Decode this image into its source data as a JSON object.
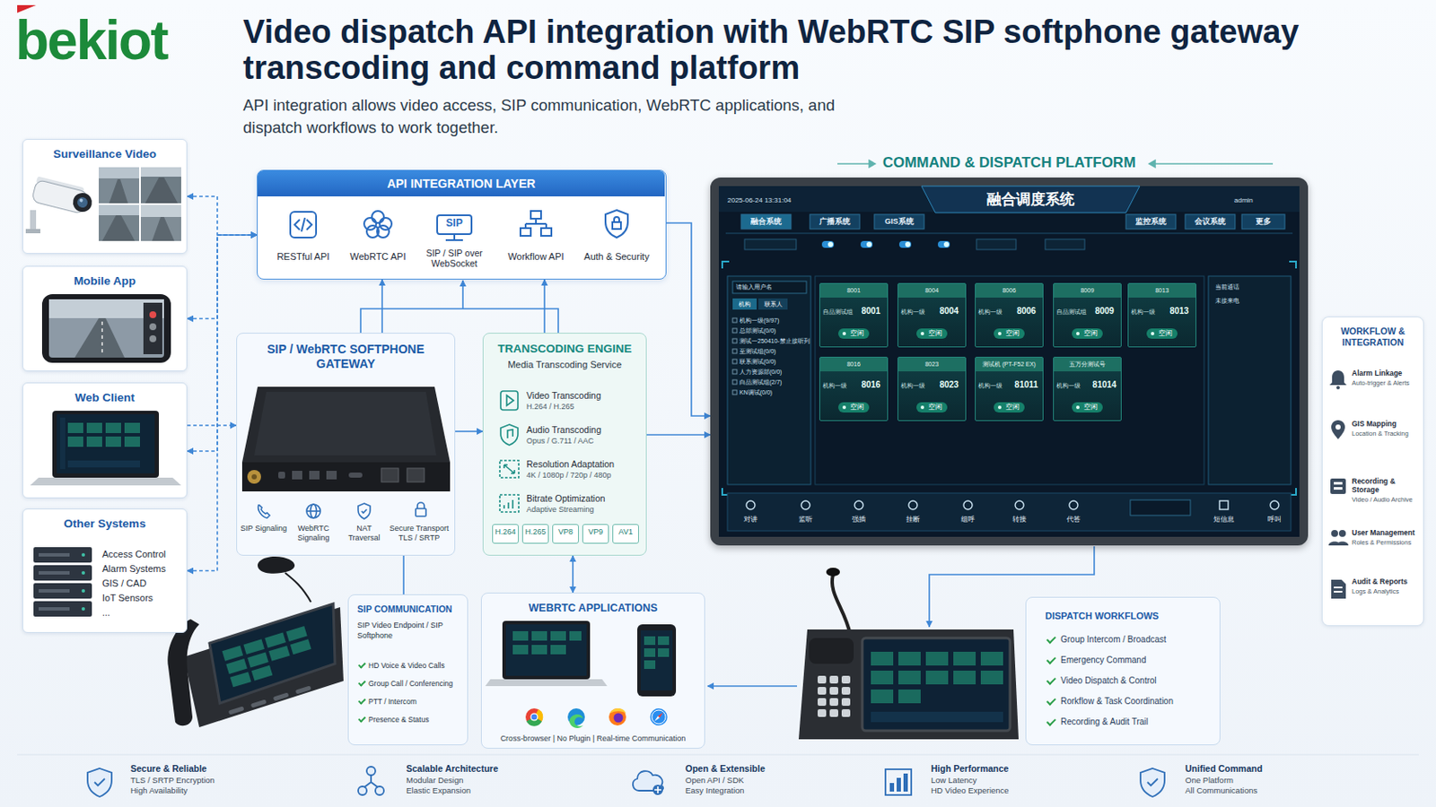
{
  "diagram": {
    "title": "Video dispatch API integration with WebRTC SIP softphone gateway transcoding and command platform",
    "nodes": [
      {
        "text": [
          "Surveillance Video"
        ]
      },
      {
        "text": [
          "Mobile App"
        ]
      },
      {
        "text": [
          "Web Client"
        ]
      },
      {
        "text": [
          "Other Systems",
          "Access Control",
          "Alarm Systems",
          "GIS / CAD",
          "IoT Sensors",
          "..."
        ]
      },
      {
        "text": [
          "API INTEGRATION LAYER"
        ]
      },
      {
        "text": [
          "SIP / WebRTC SOFTPHONE GATEWAY",
          "SIP Signaling",
          "WebRTC Signaling",
          "NAT Traversal",
          "Secure Transport TLS / SRTP"
        ]
      },
      {
        "text": [
          "TRANSCODING ENGINE",
          "Media Transcoding Service",
          "Video Transcoding",
          "H.264 / H.265",
          "Audio Transcoding",
          "Opus / G.711 / AAC",
          "Resolution Adaptation",
          "4K / 1080p / 720p / 480p",
          "Bitrate Optimization",
          "Adaptive Streaming"
        ]
      },
      {
        "text": [
          "H.264"
        ],
        "in": 6
      },
      {
        "text": [
          "H.265"
        ],
        "in": 6
      },
      {
        "text": [
          "VP8"
        ],
        "in": 6
      },
      {
        "text": [
          "VP9"
        ],
        "in": 6
      },
      {
        "text": [
          "AV1"
        ],
        "in": 6
      },
      {
        "text": [
          "COMMAND & DISPATCH PLATFORM"
        ]
      },
      {
        "text": [
          "8001",
          "自品测试组",
          "8001",
          "空闲"
        ],
        "in": 12
      },
      {
        "text": [
          "8004",
          "机构一级",
          "8004",
          "空闲"
        ],
        "in": 12
      },
      {
        "text": [
          "8006",
          "机构一级",
          "8006",
          "空闲"
        ],
        "in": 12
      },
      {
        "text": [
          "8009",
          "自品测试组",
          "8009",
          "空闲"
        ],
        "in": 12
      },
      {
        "text": [
          "8013",
          "机构一级",
          "8013",
          "空闲"
        ],
        "in": 12
      },
      {
        "text": [
          "8016",
          "机构一级",
          "8016",
          "空闲"
        ],
        "in": 12
      },
      {
        "text": [
          "8023",
          "机构一级",
          "8023",
          "空闲"
        ],
        "in": 12
      },
      {
        "text": [
          "测试机 (PT-F52 EX)",
          "机构一级",
          "81011",
          "空闲"
        ],
        "in": 12
      },
      {
        "text": [
          "五万分测试号",
          "机构一级",
          "81014",
          "空闲"
        ],
        "in": 12
      },
      {
        "text": [
          "WORKFLOW & INTEGRATION",
          "Alarm Linkage",
          "Auto-trigger & Alerts",
          "GIS Mapping",
          "Location & Tracking",
          "Recording & Storage",
          "Video / Audio Archive",
          "User Management",
          "Roles & Permissions",
          "Audit & Reports",
          "Logs & Analytics"
        ]
      },
      {
        "text": [
          "SIP COMMUNICATION",
          "SIP Video Endpoint / SIP Softphone",
          "HD Voice & Video Calls",
          "Group Call / Conferencing",
          "PTT / Intercom",
          "Presence & Status"
        ]
      },
      {
        "text": [
          "WEBRTC APPLICATIONS",
          "Cross-browser | No Plugin | Real-time Communication"
        ]
      },
      {
        "text": [
          "DISPATCH WORKFLOWS",
          "Group Intercom / Broadcast",
          "Emergency Command",
          "Video Dispatch & Control",
          "Rorkflow & Task Coordination",
          "Recording & Audit Trail"
        ]
      }
    ],
    "edges": [
      {
        "from": 0,
        "to": 4,
        "arrow": "both"
      },
      {
        "from": 1,
        "to": 4,
        "arrow": "both"
      },
      {
        "from": 2,
        "to": 4,
        "arrow": "both"
      },
      {
        "from": 3,
        "to": 4,
        "arrow": "both"
      },
      {
        "from": 2,
        "to": 5,
        "arrow": "to"
      },
      {
        "from": 5,
        "to": 4,
        "arrow": "to"
      },
      {
        "from": 6,
        "to": 4,
        "arrow": "to"
      },
      {
        "from": 5,
        "to": 6,
        "arrow": "to"
      },
      {
        "from": 4,
        "to": 12,
        "arrow": "to"
      },
      {
        "from": 6,
        "to": 12,
        "arrow": "to"
      },
      {
        "from": 5,
        "to": 23,
        "arrow": "none"
      },
      {
        "from": 6,
        "to": 24,
        "arrow": "both"
      }
    ],
    "labels": [
      "bekiot",
      "API integration allows video access, SIP communication, WebRTC applications, and dispatch workflows to work together.",
      "RESTful API",
      "WebRTC API",
      "SIP / SIP over WebSocket",
      "Workflow API",
      "Auth & Security",
      "SIP",
      "2025-06-24 13:31:04",
      "融合调度系统",
      "融合系统",
      "广播系统",
      "GIS系统",
      "监控系统",
      "会议系统",
      "更多",
      "admin",
      "请输入用户名",
      "机构",
      "联系人",
      "机构一级(9/97)",
      "总部测试(0/0)",
      "测试一250410-禁止接听列",
      "至测试组(0/0)",
      "联系测试(0/0)",
      "人力资源部(0/0)",
      "白品测试组(2/7)",
      "KN调试(0/0)",
      "当前通话",
      "未接来电",
      "对讲",
      "监听",
      "强插",
      "挂断",
      "组呼",
      "转接",
      "代答",
      "短信息",
      "呼叫",
      "Secure & Reliable",
      "TLS / SRTP Encryption",
      "High Availability",
      "Scalable Architecture",
      "Modular Design",
      "Elastic Expansion",
      "Open & Extensible",
      "Open API / SDK",
      "Easy Integration",
      "High Performance",
      "Low Latency",
      "HD Video Experience",
      "Unified Command",
      "One Platform",
      "All Communications"
    ]
  }
}
